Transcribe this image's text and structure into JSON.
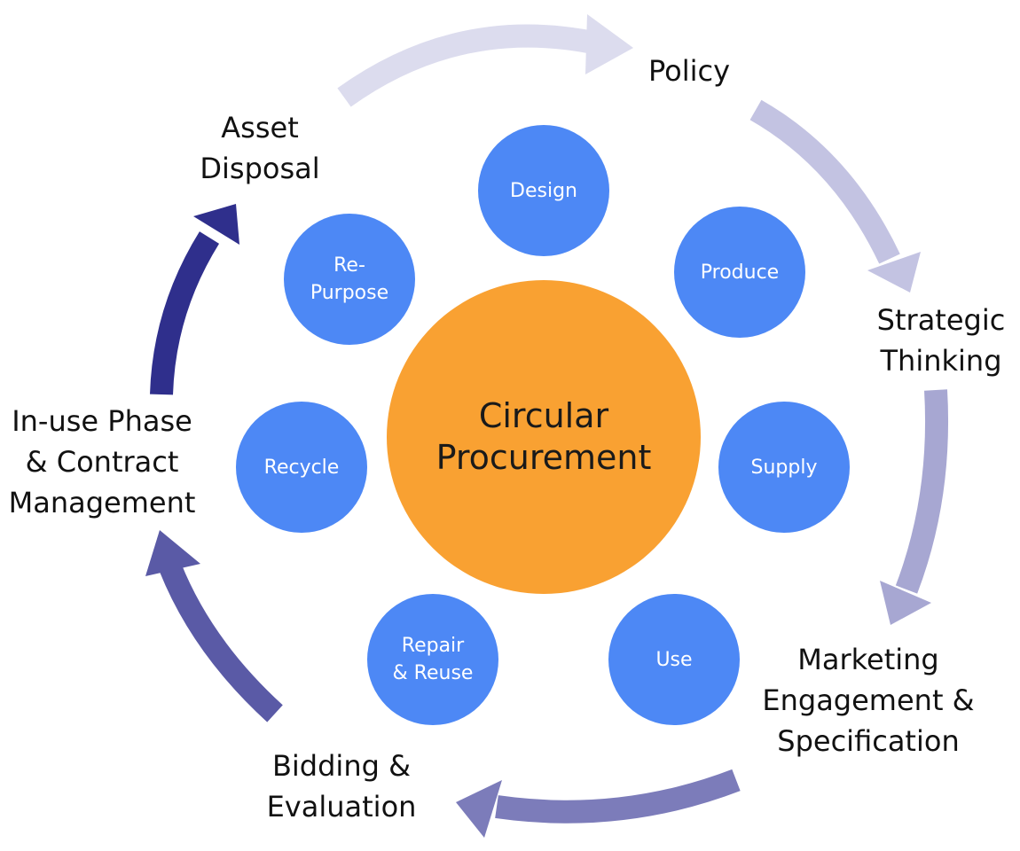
{
  "center": {
    "line1": "Circular",
    "line2": "Procurement"
  },
  "stages": [
    {
      "id": "policy",
      "lines": [
        "Policy"
      ]
    },
    {
      "id": "strategic-thinking",
      "lines": [
        "Strategic",
        "Thinking"
      ]
    },
    {
      "id": "marketing",
      "lines": [
        "Marketing",
        "Engagement &",
        "Specification"
      ]
    },
    {
      "id": "bidding",
      "lines": [
        "Bidding &",
        "Evaluation"
      ]
    },
    {
      "id": "in-use",
      "lines": [
        "In-use Phase",
        "& Contract",
        "Management"
      ]
    },
    {
      "id": "asset-disposal",
      "lines": [
        "Asset",
        "Disposal"
      ]
    }
  ],
  "nodes": [
    {
      "id": "design",
      "lines": [
        "Design"
      ]
    },
    {
      "id": "produce",
      "lines": [
        "Produce"
      ]
    },
    {
      "id": "supply",
      "lines": [
        "Supply"
      ]
    },
    {
      "id": "use",
      "lines": [
        "Use"
      ]
    },
    {
      "id": "repair-reuse",
      "lines": [
        "Repair",
        "& Reuse"
      ]
    },
    {
      "id": "recycle",
      "lines": [
        "Recycle"
      ]
    },
    {
      "id": "re-purpose",
      "lines": [
        "Re-",
        "Purpose"
      ]
    }
  ],
  "colors": {
    "center_fill": "#f9a132",
    "node_fill": "#4d88f5",
    "arrow_policy": "#dcdcee",
    "arrow_strategic": "#c3c3e2",
    "arrow_marketing": "#a7a7d2",
    "arrow_bidding": "#7c7cba",
    "arrow_in_use": "#5a5aa6",
    "arrow_asset": "#2f2f8c"
  }
}
